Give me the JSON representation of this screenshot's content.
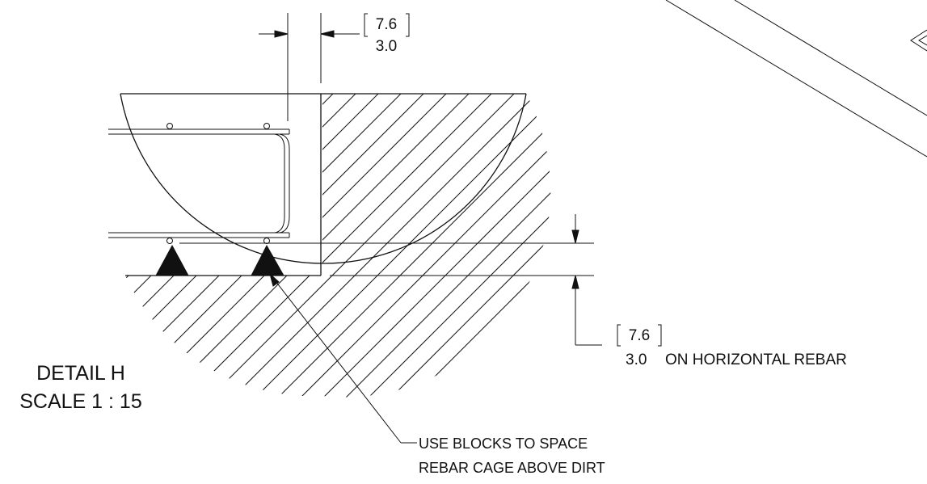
{
  "title": "Rebar cage spacing detail drawing",
  "detail": {
    "name": "DETAIL H",
    "scale": "SCALE 1 : 15"
  },
  "top_dimension": {
    "metric": "7.6",
    "imperial": "3.0"
  },
  "side_dimension": {
    "metric": "7.6",
    "imperial": "3.0",
    "suffix": "ON HORIZONTAL REBAR"
  },
  "leader_note": {
    "line1": "USE BLOCKS TO SPACE",
    "line2": "REBAR CAGE ABOVE DIRT"
  },
  "colors": {
    "ink": "#111111",
    "paper": "#ffffff"
  }
}
